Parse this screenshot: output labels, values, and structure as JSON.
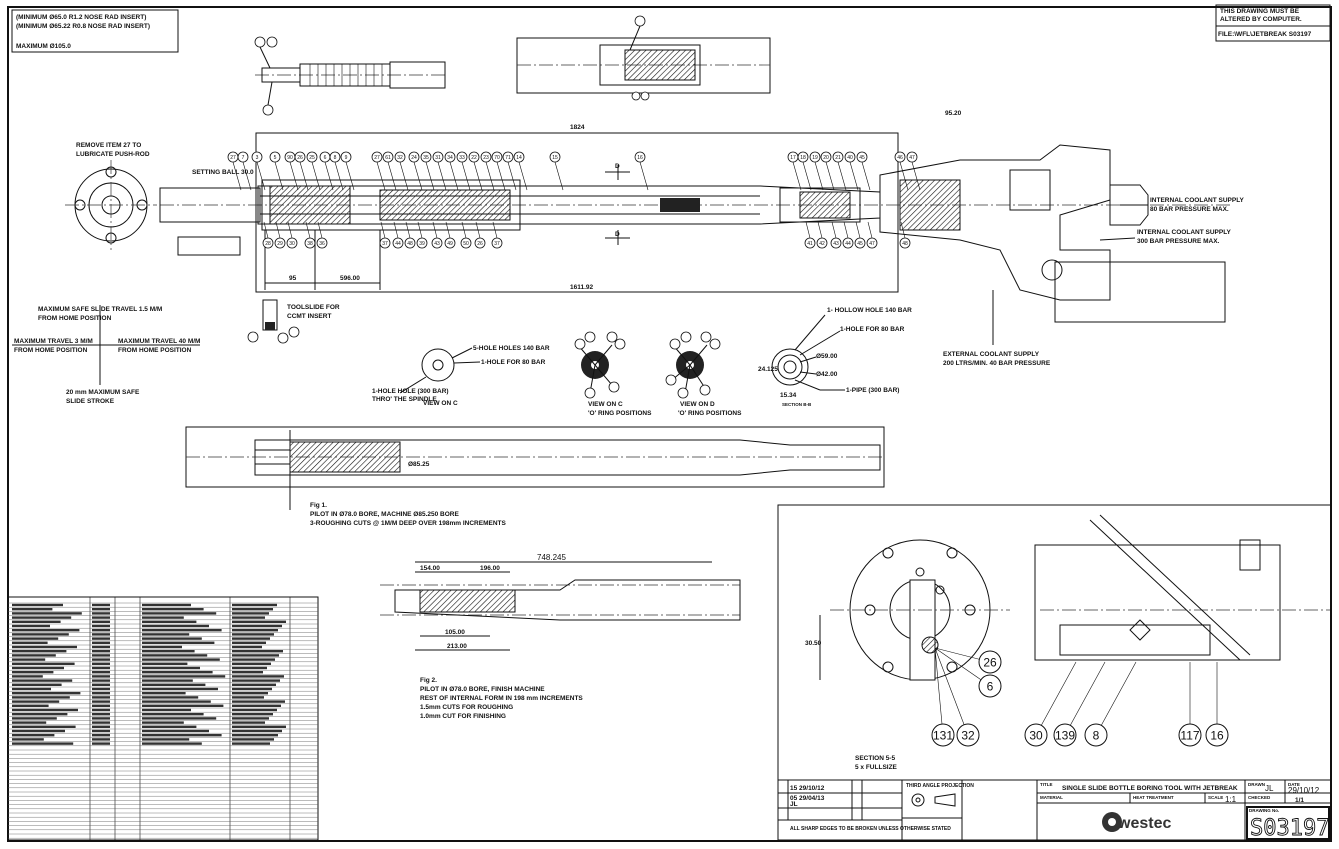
{
  "notes": {
    "min_1": "(MINIMUM Ø65.0 R1.2 NOSE RAD INSERT)",
    "min_2": "(MINIMUM Ø65.22 R0.8 NOSE RAD INSERT)",
    "max": "MAXIMUM Ø105.0",
    "must_be_1": "THIS DRAWING MUST BE",
    "must_be_2": "ALTERED BY COMPUTER.",
    "file": "FILE:\\WFL\\JETBREAK S03197"
  },
  "assembly": {
    "remove_1": "REMOVE ITEM 27 TO",
    "remove_2": "LUBRICATE PUSH-ROD",
    "setting_ball": "SETTING BALL 30.0",
    "dim_top": "1824",
    "dim_bottom": "1611.92",
    "dim_95": "95",
    "dim_596": "596.00",
    "dim_95_20": "95.20",
    "section_d": "D",
    "coolant_int_80_1": "INTERNAL COOLANT SUPPLY",
    "coolant_int_80_2": "80 BAR PRESSURE MAX.",
    "coolant_int_300_1": "INTERNAL COOLANT SUPPLY",
    "coolant_int_300_2": "300 BAR PRESSURE MAX.",
    "coolant_ext_1": "EXTERNAL COOLANT SUPPLY",
    "coolant_ext_2": "200 LTRS/MIN. 40 BAR PRESSURE",
    "balloons_top": [
      "27",
      "7",
      "3",
      "5",
      "90",
      "26",
      "25",
      "6",
      "8",
      "9",
      "27",
      "61",
      "32",
      "24",
      "35",
      "31",
      "34",
      "33",
      "22",
      "23",
      "70",
      "71",
      "14",
      "15",
      "16",
      "17",
      "18",
      "19",
      "20",
      "21",
      "40",
      "45",
      "46",
      "47"
    ],
    "balloons_bottom": [
      "28",
      "29",
      "30",
      "38",
      "36",
      "37",
      "44",
      "48",
      "39",
      "43",
      "49",
      "50",
      "26",
      "37",
      "41",
      "42",
      "43",
      "44",
      "45",
      "47",
      "48"
    ]
  },
  "travel": {
    "up_1": "MAXIMUM SAFE SLIDE TRAVEL 1.5 M/M",
    "up_2": "FROM HOME POSITION",
    "left_1": "MAXIMUM TRAVEL 3 M/M",
    "left_2": "FROM HOME POSITION",
    "right_1": "MAXIMUM TRAVEL 40 M/M",
    "right_2": "FROM HOME POSITION",
    "down_1": "20 mm MAXIMUM SAFE",
    "down_2": "SLIDE STROKE"
  },
  "toolslide": {
    "line1": "TOOLSLIDE FOR",
    "line2": "CCMT INSERT"
  },
  "views": {
    "c_label": "VIEW ON C",
    "c_note1": "5-HOLE HOLES 140 BAR",
    "c_note2": "1-HOLE FOR 80 BAR",
    "c_note3a": "1-HOLE HOLE (300 BAR)",
    "c_note3b": "THRO' THE SPINDLE",
    "c_oring_1": "VIEW ON C",
    "c_oring_2": "'O' RING POSITIONS",
    "d_oring_1": "VIEW ON D",
    "d_oring_2": "'O' RING POSITIONS",
    "sec_note1": "1- HOLLOW HOLE 140 BAR",
    "sec_note2": "1-HOLE FOR 80 BAR",
    "sec_dia1": "Ø59.00",
    "sec_dia2": "Ø42.00",
    "sec_dim1": "24.125",
    "sec_dim2": "15.34",
    "sec_note3": "1-PIPE (300 BAR)",
    "sec_label": "SECTION B-B"
  },
  "fig1": {
    "title": "Fig 1.",
    "line1": "PILOT IN Ø78.0 BORE, MACHINE Ø85.250 BORE",
    "line2": "3-ROUGHING CUTS @ 1M/M DEEP OVER 198mm INCREMENTS",
    "dim": "Ø85.25"
  },
  "fig2": {
    "title": "Fig 2.",
    "line1": "PILOT IN Ø78.0 BORE, FINISH MACHINE",
    "line2": "REST OF INTERNAL FORM IN 198 mm INCREMENTS",
    "line3": "1.5mm CUTS FOR ROUGHING",
    "line4": "1.0mm CUT FOR FINISHING",
    "dim_total": "748.245",
    "dim_a": "154.00",
    "dim_b": "196.00",
    "dim_c": "105.00",
    "dim_d": "213.00"
  },
  "section55": {
    "label1": "SECTION 5-5",
    "label2": "5 x FULLSIZE",
    "dim": "30.50",
    "balloons_left": [
      "26",
      "6",
      "131",
      "32"
    ],
    "balloons_right": [
      "30",
      "139",
      "8",
      "117",
      "16"
    ]
  },
  "title_block": {
    "rev_date1": "15 29/10/12",
    "rev_date2": "05 29/04/13",
    "rev_init": "JL",
    "rev_note": "ALL SHARP EDGES TO BE BROKEN UNLESS OTHERWISE STATED",
    "projection": "THIRD ANGLE PROJECTION",
    "title_label": "TITLE",
    "title": "SINGLE SLIDE BOTTLE BORING TOOL WITH JETBREAK",
    "material": "MATERIAL",
    "heat": "HEAT TREATMENT",
    "scale_label": "SCALE",
    "scale": "1:1",
    "drawn_label": "DRAWN",
    "drawn": "JL",
    "date_label": "DATE",
    "date": "29/10/12",
    "checked_label": "CHECKED",
    "sheet": "1/1",
    "company": "westec",
    "drawing_no_label": "DRAWING No.",
    "drawing_no": "S03197"
  },
  "colors": {
    "line": "#111111",
    "background": "#ffffff"
  }
}
